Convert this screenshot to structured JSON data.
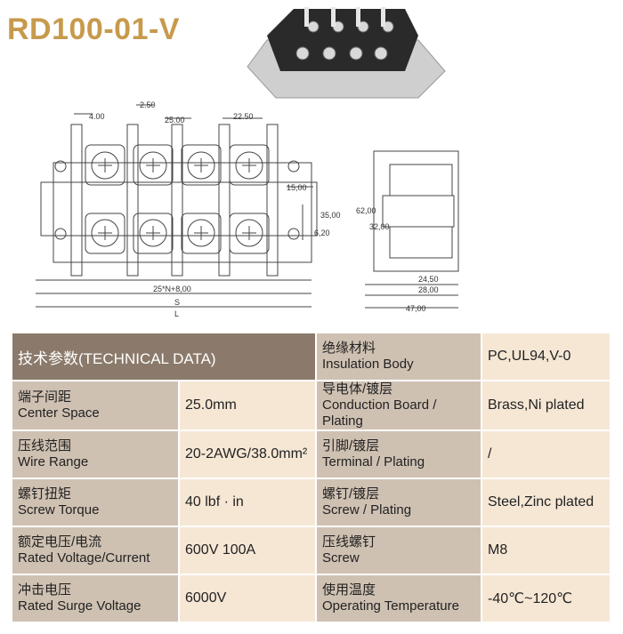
{
  "title": "RD100-01-V",
  "dimensions": {
    "pitch_small": "4.00",
    "gap": "2.50",
    "center": "25.00",
    "edge": "22.50",
    "total_formula": "25*N+8,00",
    "s": "S",
    "l": "L",
    "h15": "15,00",
    "h35": "35,00",
    "h620": "6,20",
    "side_62": "62,00",
    "side_32": "32,00",
    "side_2450": "24,50",
    "side_2800": "28,00",
    "side_4700": "47,00"
  },
  "table": {
    "header": "技术参数(TECHNICAL DATA)",
    "left_rows": [
      {
        "cn": "端子间距",
        "en": "Center Space",
        "value": "25.0mm"
      },
      {
        "cn": "压线范围",
        "en": "Wire Range",
        "value": "20-2AWG/38.0mm²"
      },
      {
        "cn": "螺钉扭矩",
        "en": "Screw Torque",
        "value": "40 lbf · in"
      },
      {
        "cn": "额定电压/电流",
        "en": "Rated Voltage/Current",
        "value": "600V 100A"
      },
      {
        "cn": "冲击电压",
        "en": "Rated Surge Voltage",
        "value": "6000V"
      }
    ],
    "right_rows": [
      {
        "cn": "绝缘材料",
        "en": "Insulation Body",
        "value": "PC,UL94,V-0"
      },
      {
        "cn": "导电体/镀层",
        "en": "Conduction Board / Plating",
        "value": "Brass,Ni plated"
      },
      {
        "cn": "引脚/镀层",
        "en": "Terminal / Plating",
        "value": "/"
      },
      {
        "cn": "螺钉/镀层",
        "en": "Screw / Plating",
        "value": "Steel,Zinc plated"
      },
      {
        "cn": "压线螺钉",
        "en": "Screw",
        "value": "M8"
      },
      {
        "cn": "使用温度",
        "en": "Operating Temperature",
        "value": "-40℃~120℃"
      }
    ]
  }
}
